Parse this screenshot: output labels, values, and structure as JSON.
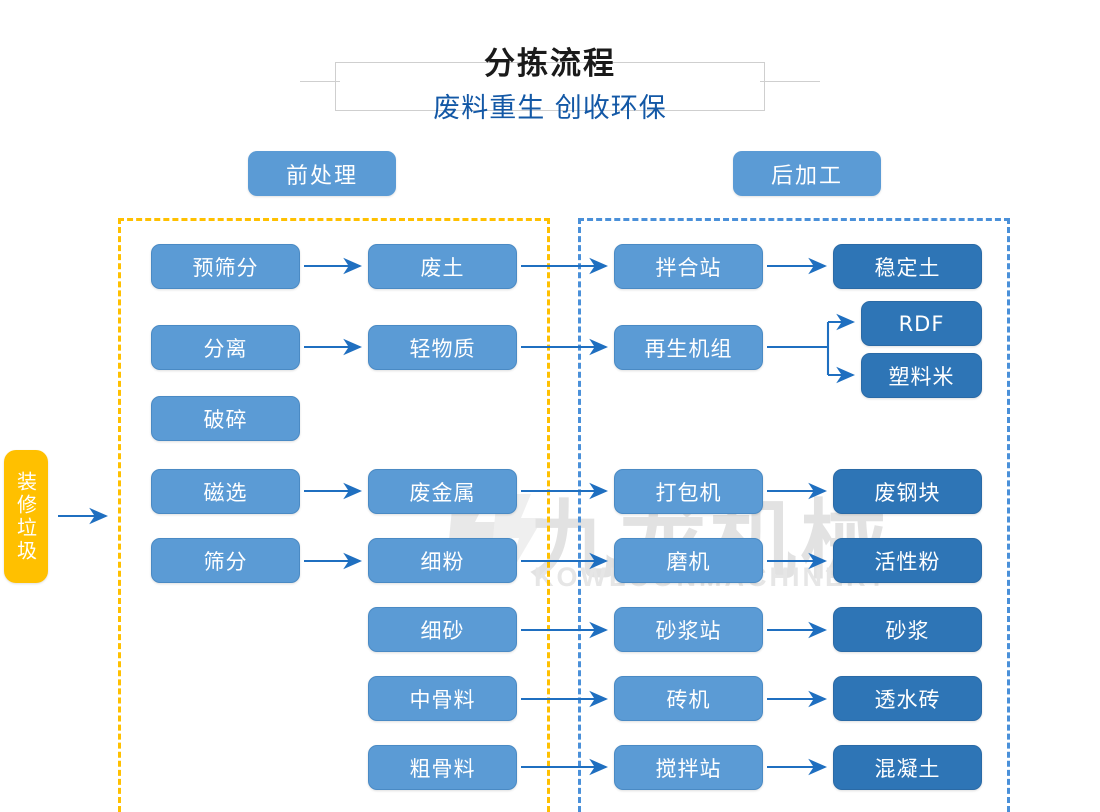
{
  "header": {
    "title": "分拣流程",
    "subtitle": "废料重生 创收环保"
  },
  "sections": {
    "pre_label": "前处理",
    "post_label": "后加工"
  },
  "input": {
    "label": "装修垃圾"
  },
  "watermark": {
    "cn": "九龙机械",
    "en": "KOWLOONMACHINERY"
  },
  "colors": {
    "node_light": "#5b9bd5",
    "node_dark": "#2e75b6",
    "accent_yellow": "#ffc000",
    "region_pre_border": "#ffc000",
    "region_post_border": "#4a90d9",
    "arrow": "#1f6fc0",
    "title_text": "#1a1a1a",
    "subtitle_text": "#1358a6"
  },
  "columns": {
    "process_a": [
      {
        "label": "预筛分",
        "row": 0
      },
      {
        "label": "分离",
        "row": 1
      },
      {
        "label": "破碎",
        "row": 2
      },
      {
        "label": "磁选",
        "row": 3
      },
      {
        "label": "筛分",
        "row": 4
      }
    ],
    "material_b": [
      {
        "label": "废土",
        "row": 0
      },
      {
        "label": "轻物质",
        "row": 1
      },
      {
        "label": "废金属",
        "row": 3
      },
      {
        "label": "细粉",
        "row": 4
      },
      {
        "label": "细砂",
        "row": 5
      },
      {
        "label": "中骨料",
        "row": 6
      },
      {
        "label": "粗骨料",
        "row": 7
      }
    ],
    "equipment_c": [
      {
        "label": "拌合站",
        "row": 0
      },
      {
        "label": "再生机组",
        "row": 1
      },
      {
        "label": "打包机",
        "row": 3
      },
      {
        "label": "磨机",
        "row": 4
      },
      {
        "label": "砂浆站",
        "row": 5
      },
      {
        "label": "砖机",
        "row": 6
      },
      {
        "label": "搅拌站",
        "row": 7
      }
    ],
    "product_d": [
      {
        "label": "稳定土",
        "row": 0
      },
      {
        "label": "RDF",
        "row": 1
      },
      {
        "label": "塑料米",
        "row": 2
      },
      {
        "label": "废钢块",
        "row": 3
      },
      {
        "label": "活性粉",
        "row": 4
      },
      {
        "label": "砂浆",
        "row": 5
      },
      {
        "label": "透水砖",
        "row": 6
      },
      {
        "label": "混凝土",
        "row": 7
      }
    ]
  }
}
